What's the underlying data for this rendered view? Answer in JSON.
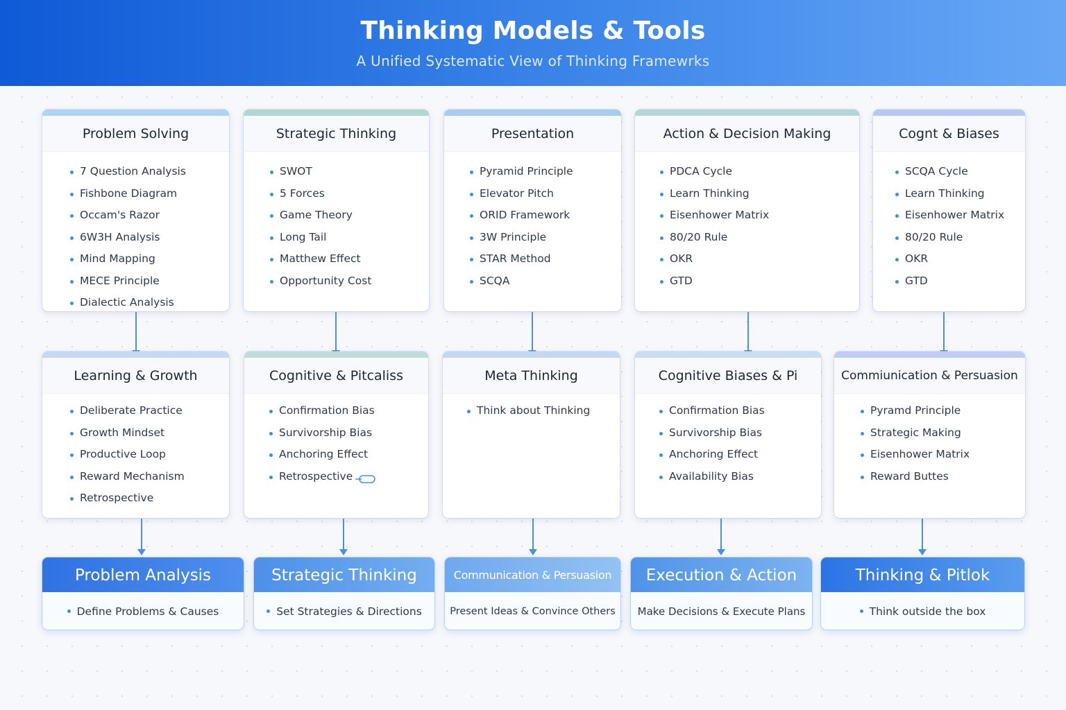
{
  "header": {
    "title": "Thinking Models & Tools",
    "subtitle": "A Unified Systematic View of Thinking Framewrks"
  },
  "colors": {
    "header_start": "#0f5ad6",
    "header_end": "#67a7f5",
    "connector": "#4e8fe0",
    "bullet": "#3c8fd8"
  },
  "row1": [
    {
      "title": "Problem Solving",
      "items": [
        "7 Question Analysis",
        "Fishbone Diagram",
        "Occam's Razor",
        "6W3H Analysis",
        "Mind Mapping",
        "MECE Principle",
        "Dialectic Analysis"
      ]
    },
    {
      "title": "Strategic Thinking",
      "items": [
        "SWOT",
        "5 Forces",
        "Game Theory",
        "Long Tail",
        "Matthew Effect",
        "Opportunity Cost"
      ]
    },
    {
      "title": "Presentation",
      "items": [
        "Pyramid Principle",
        "Elevator Pitch",
        "ORID Framework",
        "3W Principle",
        "STAR Method",
        "SCQA"
      ]
    },
    {
      "title": "Action & Decision Making",
      "items": [
        "PDCA Cycle",
        "Learn Thinking",
        "Eisenhower Matrix",
        "80/20 Rule",
        "OKR",
        "GTD"
      ]
    },
    {
      "title": "Cognt  & Biases",
      "items": [
        "SCQA Cycle",
        "Learn Thinking",
        "Eisenhower Matrix",
        "80/20 Rule",
        "OKR",
        "GTD"
      ]
    }
  ],
  "row2": [
    {
      "title": "Learning & Growth",
      "items": [
        "Deliberate Practice",
        "Growth Mindset",
        "Productive Loop",
        "Reward Mechanism",
        "Retrospective"
      ]
    },
    {
      "title": "Cognitive & Pitcaliss",
      "items": [
        "Confirmation Bias",
        "Survivorship Bias",
        "Anchoring Effect",
        "Retrospective"
      ]
    },
    {
      "title": "Meta Thinking",
      "items": [
        "Think about Thinking"
      ]
    },
    {
      "title": "Cognitive Biases & Pi",
      "items": [
        "Confirmation Bias",
        "Survivorship Bias",
        "Anchoring Effect",
        "Availability Bias"
      ]
    },
    {
      "title": "Commiunication & Persuasion",
      "items": [
        "Pyramd Principle",
        "Strategic Making",
        "Eisenhower Matrix",
        "Reward Buttes"
      ]
    }
  ],
  "row3": [
    {
      "title": "Problem Analysis",
      "desc": "Define Problems & Causes",
      "color": "#3b7de6"
    },
    {
      "title": "Strategic Thinking",
      "desc": "Set Strategies & Directions",
      "color": "#5a9ae8"
    },
    {
      "title": "Communication & Persuasion",
      "desc": "Present Ideas & Convince Others",
      "color": "#7db4ef"
    },
    {
      "title": "Execution & Action",
      "desc": "Make Decisions & Execute Plans",
      "color": "#5f9fe9"
    },
    {
      "title": "Thinking & Pitlok",
      "desc": "Think outside the box",
      "color": "#3d86e8"
    }
  ]
}
